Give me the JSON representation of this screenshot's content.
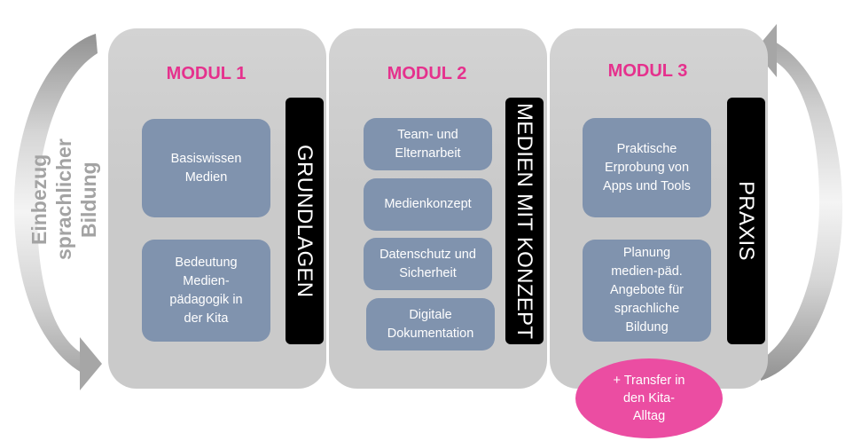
{
  "side_label": {
    "lines": [
      "Einbezug",
      "sprachlicher",
      "Bildung"
    ]
  },
  "modules": [
    {
      "title": "MODUL 1",
      "bar_label": "GRUNDLAGEN",
      "boxes": [
        {
          "lines": [
            "Basiswissen",
            "Medien"
          ]
        },
        {
          "lines": [
            "Bedeutung",
            "Medien-",
            "pädagogik in",
            "der Kita"
          ]
        }
      ]
    },
    {
      "title": "MODUL 2",
      "bar_label": "MEDIEN MIT KONZEPT",
      "boxes": [
        {
          "lines": [
            "Team- und",
            "Elternarbeit"
          ]
        },
        {
          "lines": [
            "Medienkonzept"
          ]
        },
        {
          "lines": [
            "Datenschutz und",
            "Sicherheit"
          ]
        },
        {
          "lines": [
            "Digitale",
            "Dokumentation"
          ]
        }
      ]
    },
    {
      "title": "MODUL 3",
      "bar_label": "PRAXIS",
      "boxes": [
        {
          "lines": [
            "Praktische",
            "Erprobung von",
            "Apps und Tools"
          ]
        },
        {
          "lines": [
            "Planung",
            "medien-päd.",
            "Angebote für",
            "sprachliche",
            "Bildung"
          ]
        }
      ]
    }
  ],
  "transfer": {
    "lines": [
      "+ Transfer in",
      "den Kita-",
      "Alltag"
    ]
  },
  "colors": {
    "module_title": "#E5318D",
    "topic_box": "#8093AE",
    "panel": "#CACACA",
    "theme_bar": "#000000",
    "transfer": "#EB4DA2",
    "side_label": "#A3A3A3",
    "arrow": "#A6A6A6"
  }
}
